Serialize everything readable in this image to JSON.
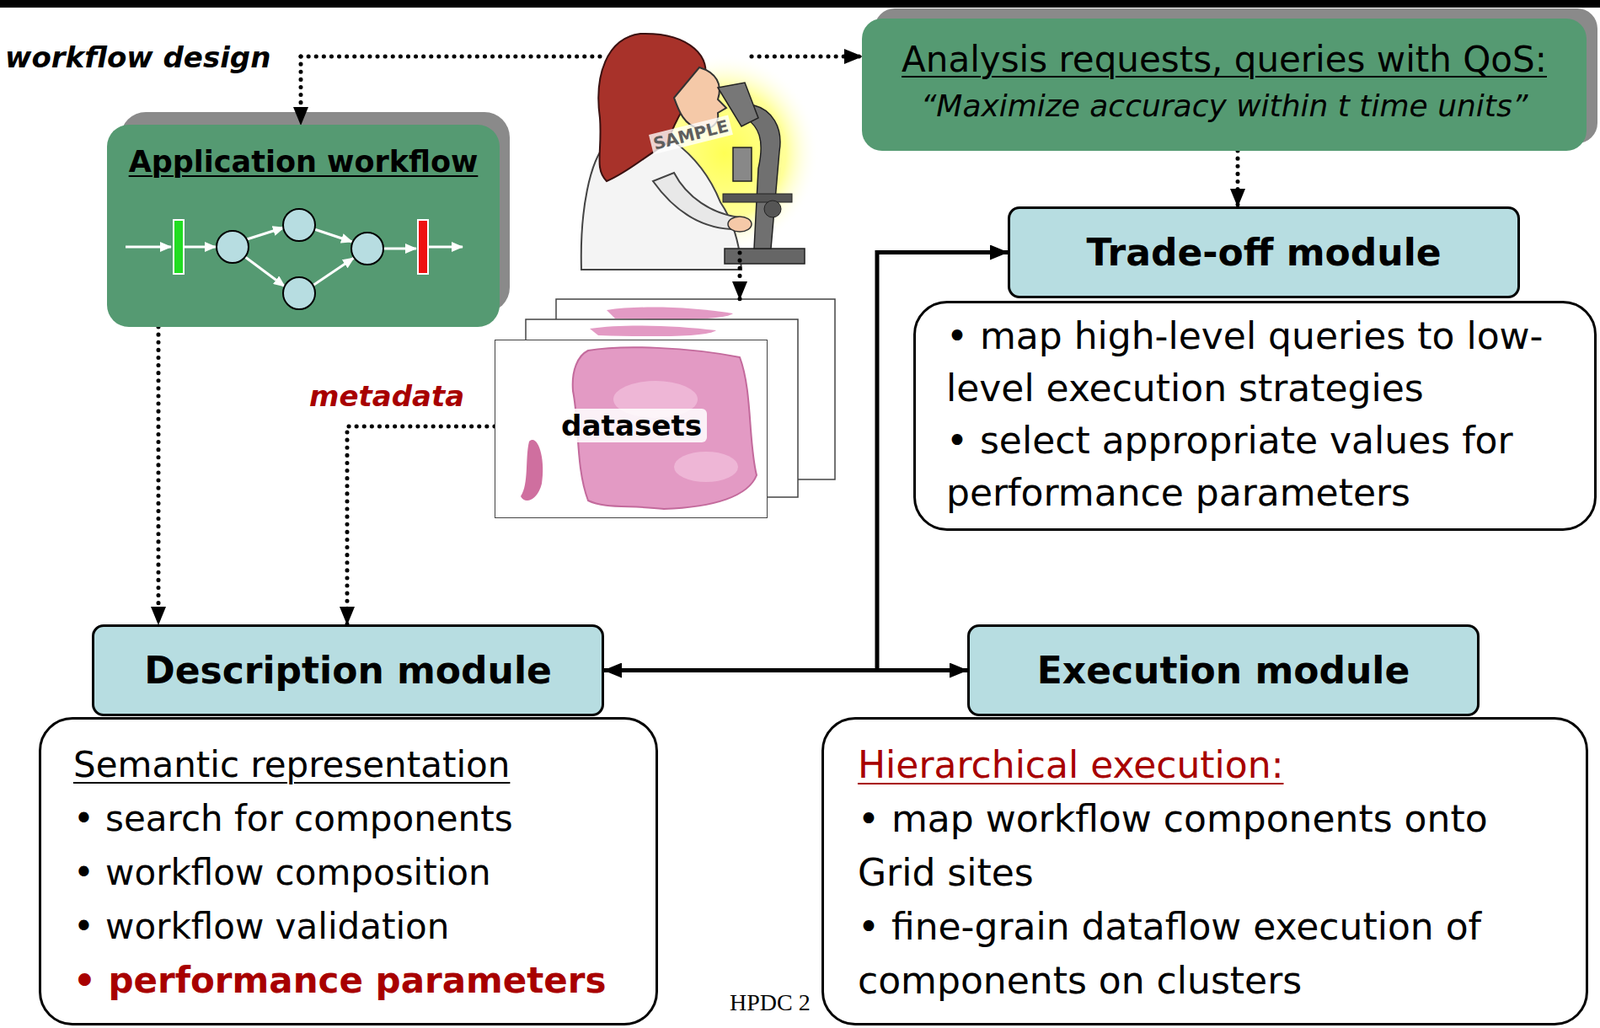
{
  "diagram": {
    "nodes": [
      {
        "text": [
          "Application workflow"
        ]
      },
      {
        "text": [
          "Analysis requests, queries with QoS:",
          "“Maximize accuracy within t time units”"
        ]
      },
      {
        "text": [
          "Trade-off module"
        ]
      },
      {
        "text": [
          "• map high-level queries to low-level execution strategies",
          "• select appropriate values for performance parameters"
        ]
      },
      {
        "text": [
          "datasets"
        ]
      },
      {
        "text": [
          "Description module"
        ]
      },
      {
        "text": [
          "Execution module"
        ]
      },
      {
        "text": [
          "Semantic representation",
          "• search for components",
          "• workflow composition",
          "• workflow validation",
          "• performance parameters"
        ]
      },
      {
        "text": [
          "Hierarchical execution:",
          "• map workflow components onto Grid sites",
          "• fine-grain dataflow execution of components on clusters"
        ]
      }
    ],
    "edges": [
      {
        "from": 0,
        "to": 5,
        "arrow": "to"
      },
      {
        "from": 4,
        "to": 5,
        "label": "metadata",
        "arrow": "to"
      },
      {
        "from": 1,
        "to": 2,
        "arrow": "to"
      },
      {
        "from": 5,
        "to": 6,
        "arrow": "both"
      },
      {
        "from": 5,
        "to": 2,
        "arrow": "to"
      }
    ],
    "labels": [
      "workflow design",
      "SAMPLE",
      "HPDC 2"
    ]
  }
}
